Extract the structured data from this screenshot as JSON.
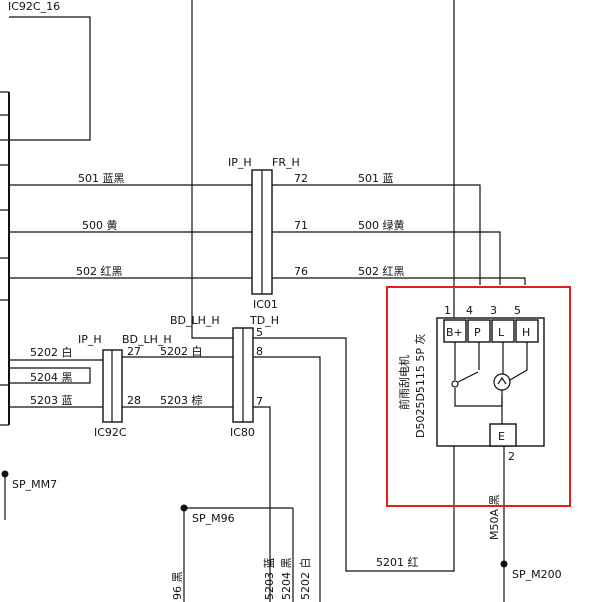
{
  "top_label": "IC92C_16",
  "connectors": {
    "ic01": {
      "label": "IC01",
      "left_pin_label": "IP_H",
      "right_pin_label": "FR_H"
    },
    "ic92c": {
      "label": "IC92C",
      "left_pin_label": "IP_H",
      "right_pin_label": "BD_LH_H"
    },
    "ic80": {
      "label": "IC80",
      "left_pin_label": "BD_LH_H",
      "right_pin_label": "TD_H"
    }
  },
  "pins": {
    "p72": "72",
    "p71": "71",
    "p76": "76",
    "p27": "27",
    "p28": "28",
    "p5": "5",
    "p8": "8",
    "p7": "7"
  },
  "wires": {
    "w501_left": "501 蓝黑",
    "w500_left": "500 黄",
    "w502_left": "502 红黑",
    "w501_right": "501 蓝",
    "w500_right": "500 绿黄",
    "w502_right": "502 红黑",
    "w5202_left": "5202 白",
    "w5204": "5204 黑",
    "w5203_left": "5203 蓝",
    "w5202_mid": "5202 白",
    "w5203_mid": "5203 棕",
    "w5201": "5201 红",
    "w5203_v": "5203 蓝",
    "w5204_v": "5204 黑",
    "w5202_v": "5202 白",
    "w96_v": "96 黑",
    "m50a": "M50A 黑"
  },
  "splices": {
    "sp_mm7": "SP_MM7",
    "sp_m96": "SP_M96",
    "sp_m200": "SP_M200"
  },
  "motor": {
    "name_line1": "前雨刮电机",
    "name_line2": "D5025D5115 5P 灰",
    "pin_numbers": [
      "1",
      "4",
      "3",
      "5"
    ],
    "terminals": [
      "B+",
      "P",
      "L",
      "H"
    ],
    "ground_terminal": "E",
    "ground_pin": "2"
  },
  "colors": {
    "highlight": "#e02020",
    "line": "#111111"
  }
}
